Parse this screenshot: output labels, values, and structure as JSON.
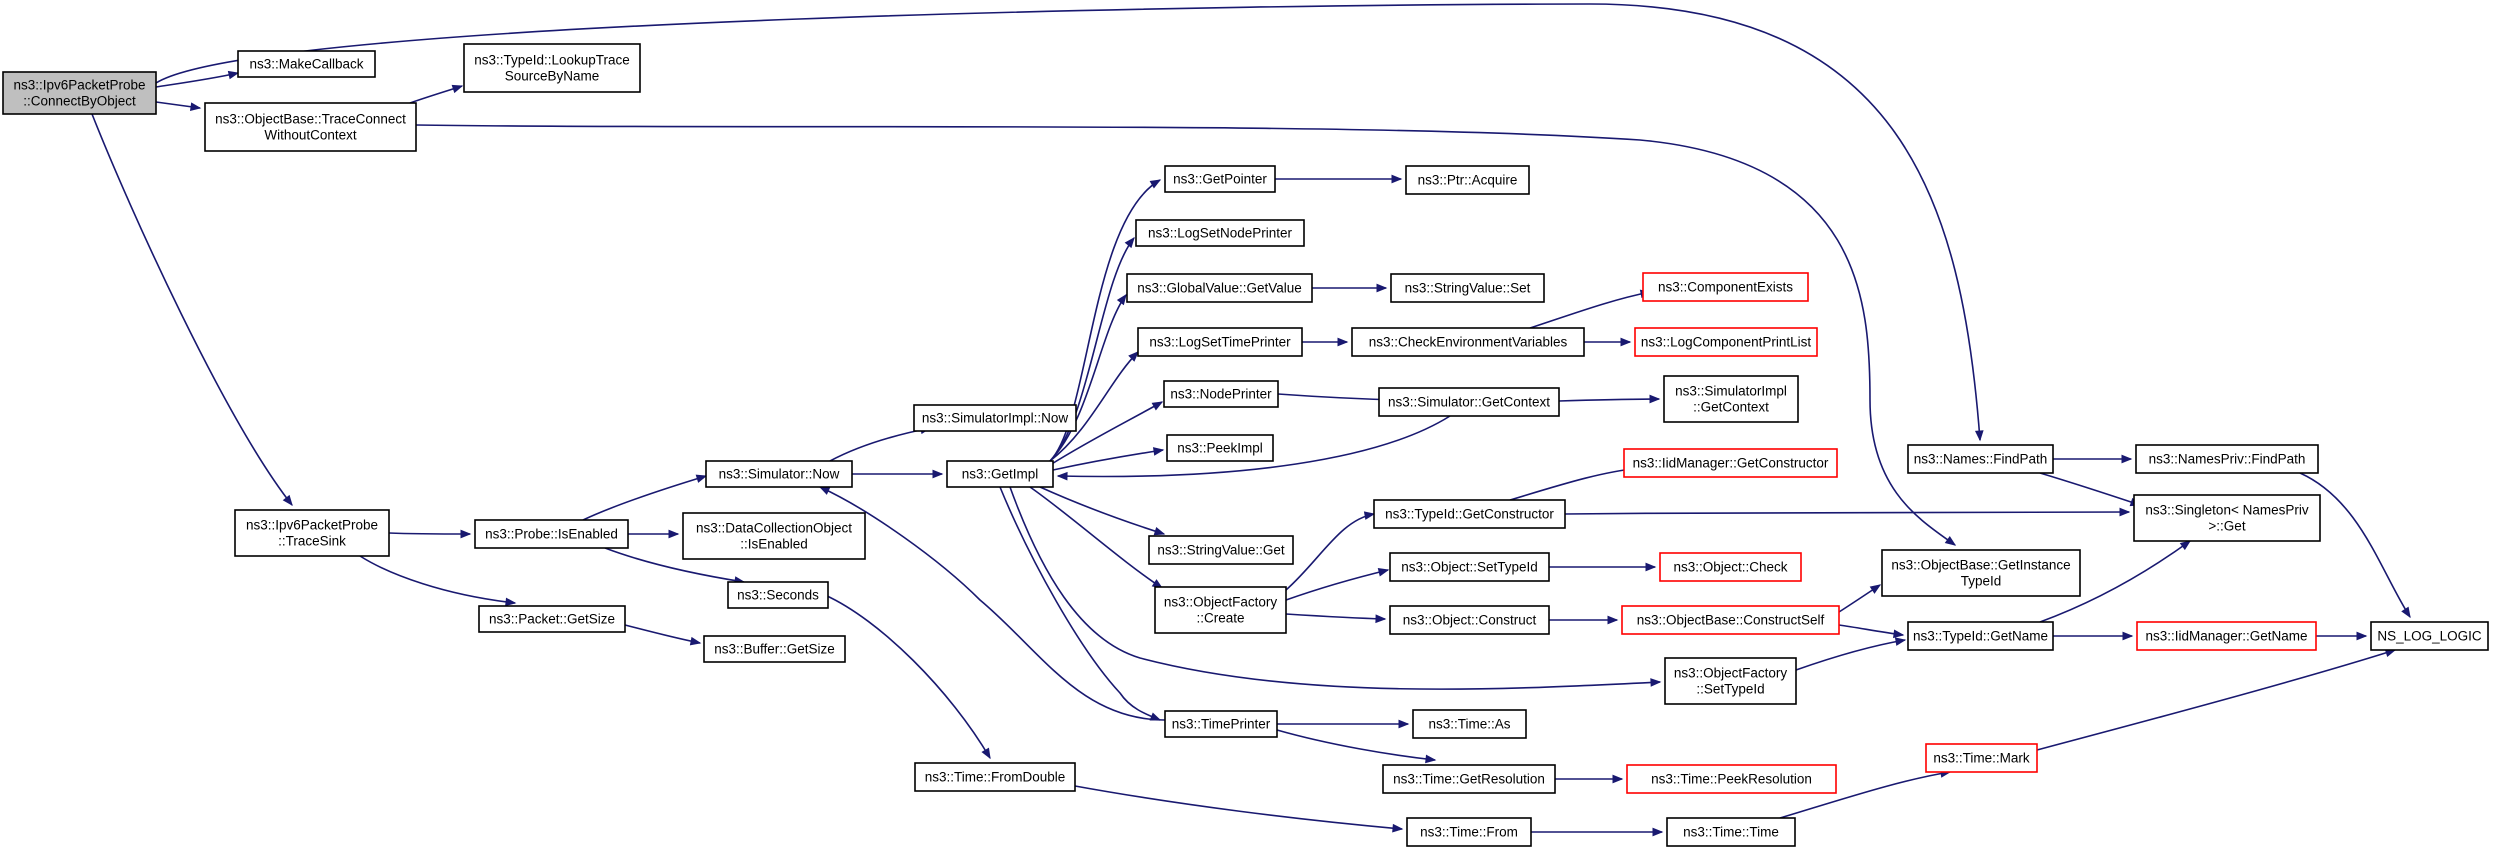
{
  "graph": {
    "nodes": [
      {
        "id": "root",
        "lines": [
          "ns3::Ipv6PacketProbe",
          "::ConnectByObject"
        ],
        "root": true
      },
      {
        "id": "makecb",
        "lines": [
          "ns3::MakeCallback"
        ]
      },
      {
        "id": "lookup",
        "lines": [
          "ns3::TypeId::LookupTrace",
          "SourceByName"
        ]
      },
      {
        "id": "tracecon",
        "lines": [
          "ns3::ObjectBase::TraceConnect",
          "WithoutContext"
        ]
      },
      {
        "id": "tracesink",
        "lines": [
          "ns3::Ipv6PacketProbe",
          "::TraceSink"
        ]
      },
      {
        "id": "isenabled",
        "lines": [
          "ns3::Probe::IsEnabled"
        ]
      },
      {
        "id": "pktsize",
        "lines": [
          "ns3::Packet::GetSize"
        ]
      },
      {
        "id": "bufsize",
        "lines": [
          "ns3::Buffer::GetSize"
        ]
      },
      {
        "id": "simnow",
        "lines": [
          "ns3::Simulator::Now"
        ]
      },
      {
        "id": "dcoenabled",
        "lines": [
          "ns3::DataCollectionObject",
          "::IsEnabled"
        ]
      },
      {
        "id": "seconds",
        "lines": [
          "ns3::Seconds"
        ]
      },
      {
        "id": "simimplnow",
        "lines": [
          "ns3::SimulatorImpl::Now"
        ]
      },
      {
        "id": "getimpl",
        "lines": [
          "ns3::GetImpl"
        ]
      },
      {
        "id": "fromdouble",
        "lines": [
          "ns3::Time::FromDouble"
        ]
      },
      {
        "id": "getpointer",
        "lines": [
          "ns3::GetPointer"
        ]
      },
      {
        "id": "logsetnode",
        "lines": [
          "ns3::LogSetNodePrinter"
        ]
      },
      {
        "id": "gvgetvalue",
        "lines": [
          "ns3::GlobalValue::GetValue"
        ]
      },
      {
        "id": "logsettime",
        "lines": [
          "ns3::LogSetTimePrinter"
        ]
      },
      {
        "id": "nodeprinter",
        "lines": [
          "ns3::NodePrinter"
        ]
      },
      {
        "id": "peekimpl",
        "lines": [
          "ns3::PeekImpl"
        ]
      },
      {
        "id": "svget",
        "lines": [
          "ns3::StringValue::Get"
        ]
      },
      {
        "id": "ofcreate",
        "lines": [
          "ns3::ObjectFactory",
          "::Create"
        ]
      },
      {
        "id": "timeprinter",
        "lines": [
          "ns3::TimePrinter"
        ]
      },
      {
        "id": "ptracquire",
        "lines": [
          "ns3::Ptr::Acquire"
        ]
      },
      {
        "id": "svset",
        "lines": [
          "ns3::StringValue::Set"
        ]
      },
      {
        "id": "checkenv",
        "lines": [
          "ns3::CheckEnvironmentVariables"
        ]
      },
      {
        "id": "simgetctx",
        "lines": [
          "ns3::Simulator::GetContext"
        ]
      },
      {
        "id": "tidgetctor",
        "lines": [
          "ns3::TypeId::GetConstructor"
        ]
      },
      {
        "id": "objsettid",
        "lines": [
          "ns3::Object::SetTypeId"
        ]
      },
      {
        "id": "objconstruct",
        "lines": [
          "ns3::Object::Construct"
        ]
      },
      {
        "id": "timeas",
        "lines": [
          "ns3::Time::As"
        ]
      },
      {
        "id": "timegetres",
        "lines": [
          "ns3::Time::GetResolution"
        ]
      },
      {
        "id": "timefrom",
        "lines": [
          "ns3::Time::From"
        ]
      },
      {
        "id": "compexists",
        "lines": [
          "ns3::ComponentExists"
        ],
        "truncated": true
      },
      {
        "id": "logcompprint",
        "lines": [
          "ns3::LogComponentPrintList"
        ],
        "truncated": true
      },
      {
        "id": "simimplgetctx",
        "lines": [
          "ns3::SimulatorImpl",
          "::GetContext"
        ]
      },
      {
        "id": "iidgetctor",
        "lines": [
          "ns3::IidManager::GetConstructor"
        ],
        "truncated": true
      },
      {
        "id": "objcheck",
        "lines": [
          "ns3::Object::Check"
        ],
        "truncated": true
      },
      {
        "id": "obconstructself",
        "lines": [
          "ns3::ObjectBase::ConstructSelf"
        ],
        "truncated": true
      },
      {
        "id": "ofsettid",
        "lines": [
          "ns3::ObjectFactory",
          "::SetTypeId"
        ]
      },
      {
        "id": "timepeekres",
        "lines": [
          "ns3::Time::PeekResolution"
        ],
        "truncated": true
      },
      {
        "id": "timetime",
        "lines": [
          "ns3::Time::Time"
        ]
      },
      {
        "id": "namesfind",
        "lines": [
          "ns3::Names::FindPath"
        ]
      },
      {
        "id": "obgetinst",
        "lines": [
          "ns3::ObjectBase::GetInstance",
          "TypeId"
        ]
      },
      {
        "id": "tidgetname",
        "lines": [
          "ns3::TypeId::GetName"
        ]
      },
      {
        "id": "timemark",
        "lines": [
          "ns3::Time::Mark"
        ],
        "truncated": true
      },
      {
        "id": "namesprivfind",
        "lines": [
          "ns3::NamesPriv::FindPath"
        ]
      },
      {
        "id": "singleton",
        "lines": [
          "ns3::Singleton< NamesPriv",
          " >::Get"
        ]
      },
      {
        "id": "iidgetname",
        "lines": [
          "ns3::IidManager::GetName"
        ],
        "truncated": true
      },
      {
        "id": "nslog",
        "lines": [
          "NS_LOG_LOGIC"
        ]
      }
    ]
  }
}
